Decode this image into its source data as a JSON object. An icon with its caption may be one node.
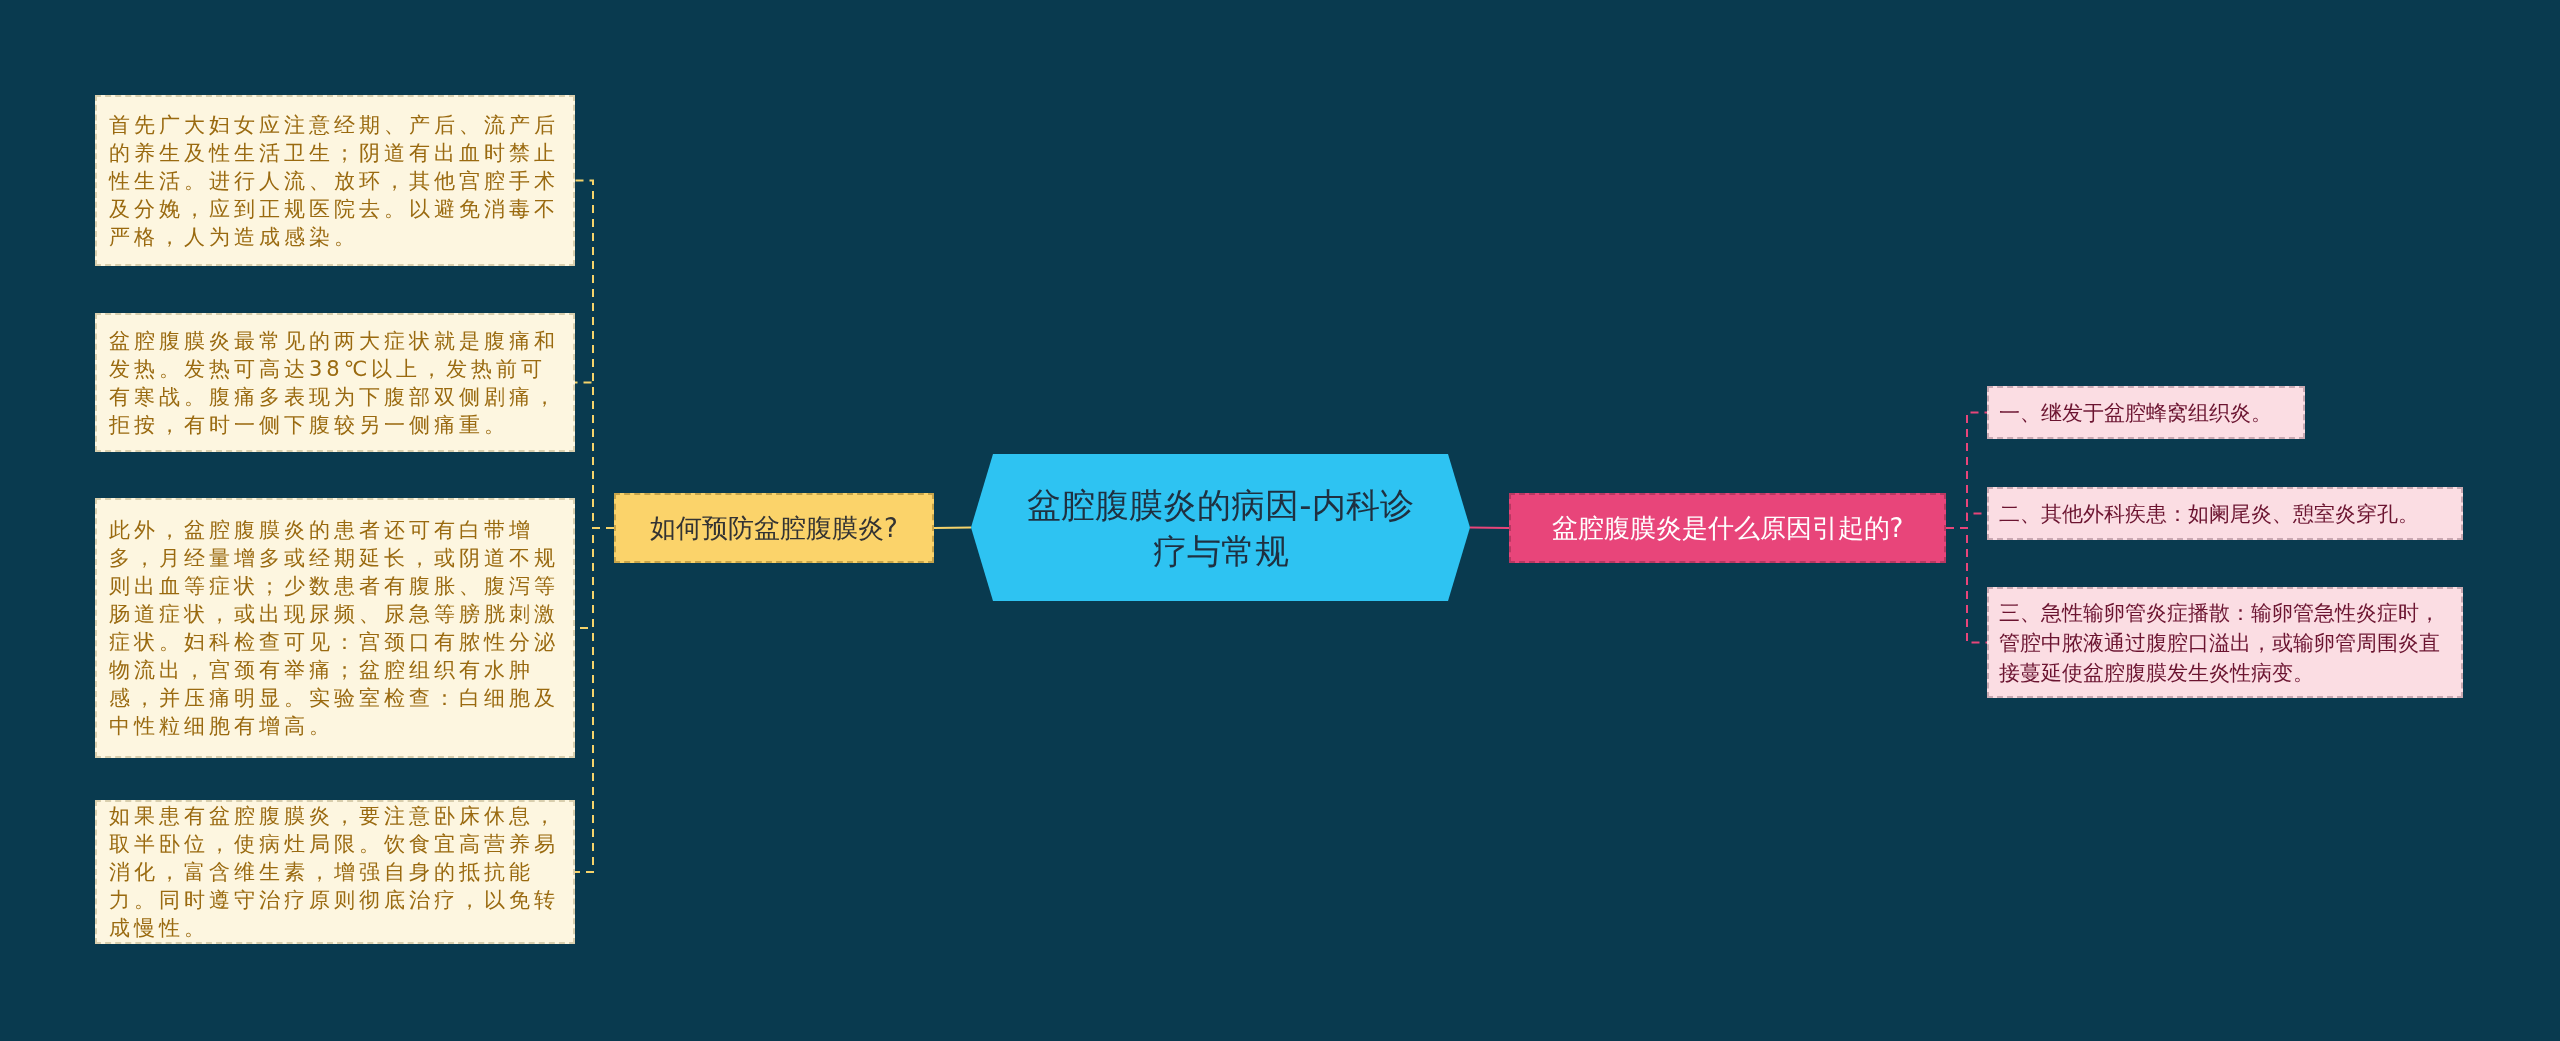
{
  "diagram": {
    "nodes": [
      {
        "text": [
          "盆腔腹膜炎的病因-内科诊疗与常规"
        ]
      },
      {
        "text": [
          "如何预防盆腔腹膜炎?"
        ]
      },
      {
        "text": [
          "首先广大妇女应注意经期、产后、流产后的养生及性生活卫生；阴道有出血时禁止性生活。进行人流、放环，其他宫腔手术及分娩，应到正规医院去。以避免消毒不严格，人为造成感染。"
        ]
      },
      {
        "text": [
          "盆腔腹膜炎最常见的两大症状就是腹痛和发热。发热可高达38℃以上，发热前可有寒战。腹痛多表现为下腹部双侧剧痛，拒按，有时一侧下腹较另一侧痛重。"
        ]
      },
      {
        "text": [
          "此外，盆腔腹膜炎的患者还可有白带增多，月经量增多或经期延长，或阴道不规则出血等症状；少数患者有腹胀、腹泻等肠道症状，或出现尿频、尿急等膀胱刺激症状。妇科检查可见：宫颈口有脓性分泌物流出，宫颈有举痛；盆腔组织有水肿感，并压痛明显。实验室检查：白细胞及中性粒细胞有增高。"
        ]
      },
      {
        "text": [
          "如果患有盆腔腹膜炎，要注意卧床休息，取半卧位，使病灶局限。饮食宜高营养易消化，富含维生素，增强自身的抵抗能力。同时遵守治疗原则彻底治疗，以免转成慢性。"
        ]
      },
      {
        "text": [
          "盆腔腹膜炎是什么原因引起的?"
        ]
      },
      {
        "text": [
          "一、继发于盆腔蜂窝组织炎。"
        ]
      },
      {
        "text": [
          "二、其他外科疾患：如阑尾炎、憩室炎穿孔。"
        ]
      },
      {
        "text": [
          "三、急性输卵管炎症播散：输卵管急性炎症时，管腔中脓液通过腹腔口溢出，或输卵管周围炎直接蔓延使盆腔腹膜发生炎性病变。"
        ]
      }
    ],
    "edges": [
      {
        "from": 0,
        "to": 1,
        "arrow": "none",
        "color": "#f5d36b"
      },
      {
        "from": 0,
        "to": 6,
        "arrow": "none",
        "color": "#e8457a"
      },
      {
        "from": 1,
        "to": 2,
        "arrow": "none",
        "style": "dashed",
        "color": "#f5d36b"
      },
      {
        "from": 1,
        "to": 3,
        "arrow": "none",
        "style": "dashed",
        "color": "#f5d36b"
      },
      {
        "from": 1,
        "to": 4,
        "arrow": "none",
        "style": "dashed",
        "color": "#f5d36b"
      },
      {
        "from": 1,
        "to": 5,
        "arrow": "none",
        "style": "dashed",
        "color": "#f5d36b"
      },
      {
        "from": 6,
        "to": 7,
        "arrow": "none",
        "style": "dashed",
        "color": "#e8457a"
      },
      {
        "from": 6,
        "to": 8,
        "arrow": "none",
        "style": "dashed",
        "color": "#e8457a"
      },
      {
        "from": 6,
        "to": 9,
        "arrow": "none",
        "style": "dashed",
        "color": "#e8457a"
      }
    ]
  }
}
